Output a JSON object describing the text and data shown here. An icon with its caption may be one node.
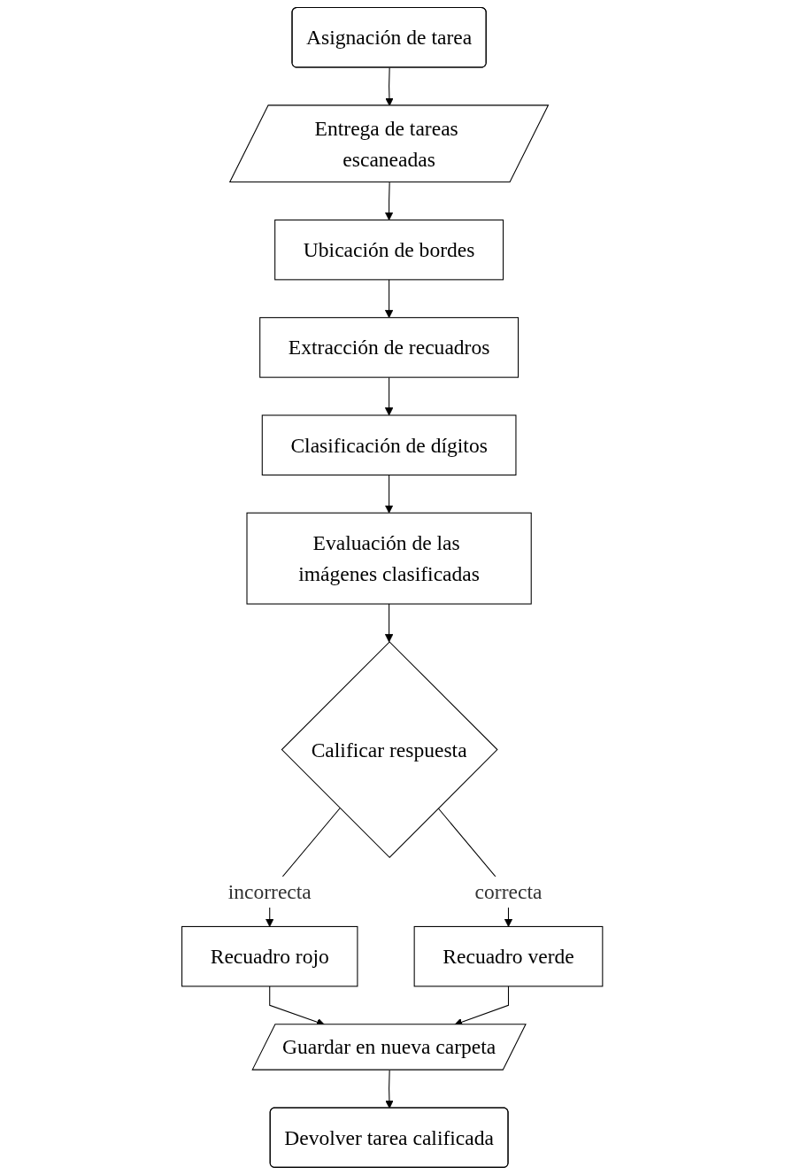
{
  "diagram": {
    "nodes": [
      {
        "text": [
          "Asignación de tarea"
        ]
      },
      {
        "text": [
          "Entrega de tareas escaneadas"
        ]
      },
      {
        "text": [
          "Ubicación de bordes"
        ]
      },
      {
        "text": [
          "Extracción de recuadros"
        ]
      },
      {
        "text": [
          "Clasificación de dígitos"
        ]
      },
      {
        "text": [
          "Evaluación de las imágenes clasificadas"
        ]
      },
      {
        "text": [
          "Calificar respuesta"
        ]
      },
      {
        "text": [
          "Recuadro rojo"
        ]
      },
      {
        "text": [
          "Recuadro verde"
        ]
      },
      {
        "text": [
          "Guardar en nueva carpeta"
        ]
      },
      {
        "text": [
          "Devolver tarea calificada"
        ]
      }
    ],
    "edges": [
      {
        "from": 0,
        "to": 1,
        "arrow": "to"
      },
      {
        "from": 1,
        "to": 2,
        "arrow": "to"
      },
      {
        "from": 2,
        "to": 3,
        "arrow": "to"
      },
      {
        "from": 3,
        "to": 4,
        "arrow": "to"
      },
      {
        "from": 4,
        "to": 5,
        "arrow": "to"
      },
      {
        "from": 5,
        "to": 6,
        "arrow": "to"
      },
      {
        "from": 6,
        "to": 7,
        "arrow": "to",
        "label": "incorrecta"
      },
      {
        "from": 6,
        "to": 8,
        "arrow": "to",
        "label": "correcta"
      },
      {
        "from": 7,
        "to": 9,
        "arrow": "to"
      },
      {
        "from": 8,
        "to": 9,
        "arrow": "to"
      },
      {
        "from": 9,
        "to": 10,
        "arrow": "to"
      }
    ]
  }
}
